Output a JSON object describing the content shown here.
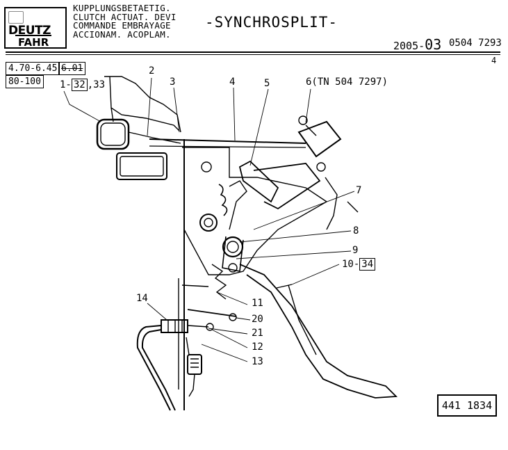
{
  "header": {
    "logo_text_line1": "DEUTZ",
    "logo_text_line2": "FAHR",
    "title_lines": [
      "KUPPLUNGSBETAETIG.",
      "CLUTCH ACTUAT. DEVI",
      "COMMANDE EMBRAYAGE",
      "ACCIONAM. ACOPLAM."
    ],
    "main_title": "-SYNCHROSPLIT-",
    "date_prefix": "2005-",
    "date_suffix": "03",
    "part_number": "0504 7293",
    "page_number": "4"
  },
  "model_boxes": {
    "range_a": "4.70-6.45",
    "range_a_crossed": "6.01",
    "range_b": "80-100"
  },
  "callouts": [
    {
      "id": "1",
      "text": "1-",
      "boxed": "32",
      "suffix": ",33"
    },
    {
      "id": "2",
      "text": "2"
    },
    {
      "id": "3",
      "text": "3"
    },
    {
      "id": "4",
      "text": "4"
    },
    {
      "id": "5",
      "text": "5"
    },
    {
      "id": "6",
      "text": "6(TN 504 7297)"
    },
    {
      "id": "7",
      "text": "7"
    },
    {
      "id": "8",
      "text": "8"
    },
    {
      "id": "9",
      "text": "9"
    },
    {
      "id": "10",
      "text": "10-",
      "boxed": "34"
    },
    {
      "id": "11",
      "text": "11"
    },
    {
      "id": "12",
      "text": "12"
    },
    {
      "id": "13",
      "text": "13"
    },
    {
      "id": "14",
      "text": "14"
    },
    {
      "id": "20",
      "text": "20"
    },
    {
      "id": "21",
      "text": "21"
    }
  ],
  "drawing_number": "441 1834"
}
